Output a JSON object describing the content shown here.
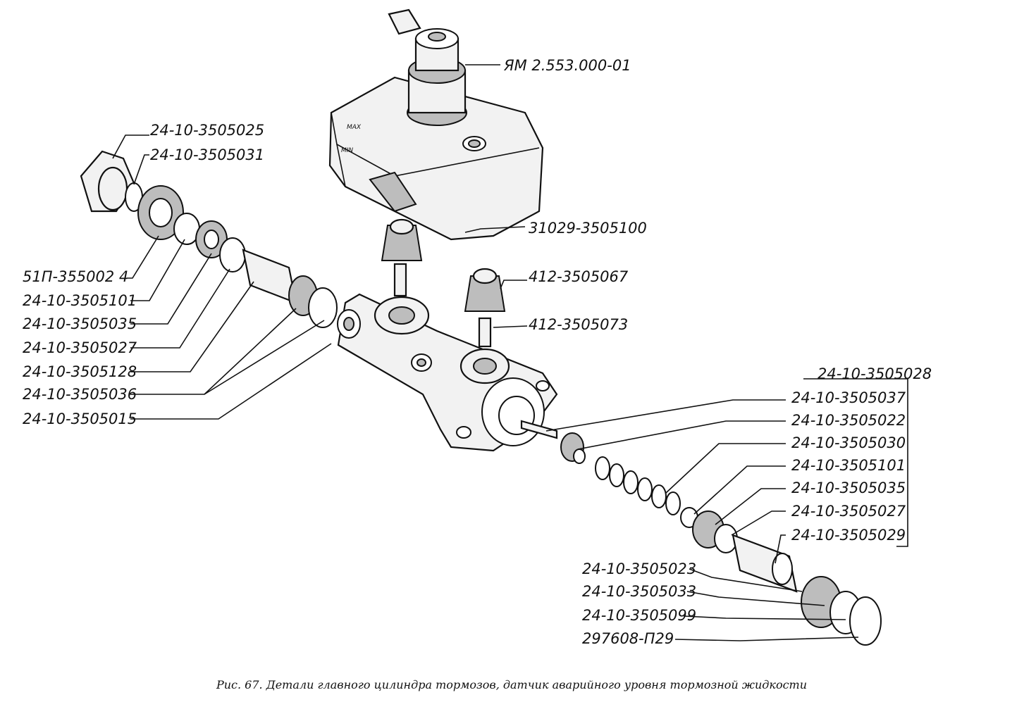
{
  "caption": "Рис. 67. Детали главного цилиндра тормозов, датчик аварийного уровня тормозной жидкости",
  "reservoir_marks": {
    "max": "MAX",
    "min": "MIN"
  },
  "labels": {
    "cap_sensor": "ЯМ 2.553.000-01",
    "reservoir": "31029-3505100",
    "plug": "24-10-3505025",
    "plug_seal": "24-10-3505031",
    "washer": "51П-355002 4",
    "left_1": "24-10-3505101",
    "left_2": "24-10-3505035",
    "left_3": "24-10-3505027",
    "left_4": "24-10-3505128",
    "left_5": "24-10-3505036",
    "body": "24-10-3505015",
    "bushing_a": "412-3505067",
    "bushing_b": "412-3505073",
    "group": "24-10-3505028",
    "right_1": "24-10-3505037",
    "right_2": "24-10-3505022",
    "right_3": "24-10-3505030",
    "right_4": "24-10-3505101",
    "right_5": "24-10-3505035",
    "right_6": "24-10-3505027",
    "right_7": "24-10-3505029",
    "bottom_1": "24-10-3505023",
    "bottom_2": "24-10-3505033",
    "bottom_3": "24-10-3505099",
    "bottom_4": "297608-П29"
  }
}
